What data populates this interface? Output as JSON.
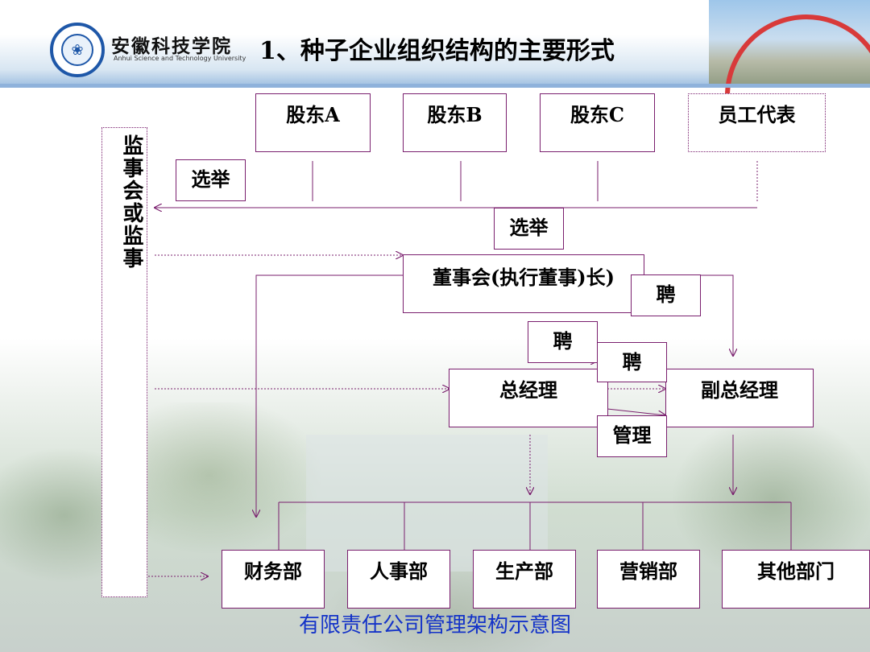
{
  "header": {
    "school_name_cn": "安徽科技学院",
    "school_name_en": "Anhui Science and Technology University",
    "title": "1、种子企业组织结构的主要形式"
  },
  "diagram": {
    "shareholders": [
      "股东A",
      "股东B",
      "股东C"
    ],
    "employee_rep": "员工代表",
    "supervisory": "监事会或监事",
    "elect_label_1": "选举",
    "elect_label_2": "选举",
    "board": "董事会(执行董事)长)",
    "hire_label_1": "聘",
    "hire_label_2": "聘",
    "hire_label_3": "聘",
    "manage_label": "管理",
    "general_manager": "总经理",
    "deputy_manager": "副总经理",
    "departments": [
      "财务部",
      "人事部",
      "生产部",
      "营销部",
      "其他部门"
    ],
    "caption": "有限责任公司管理架构示意图"
  },
  "colors": {
    "line": "#7a1f6e",
    "caption": "#1433c8",
    "header_blue": "#8fb2db"
  }
}
